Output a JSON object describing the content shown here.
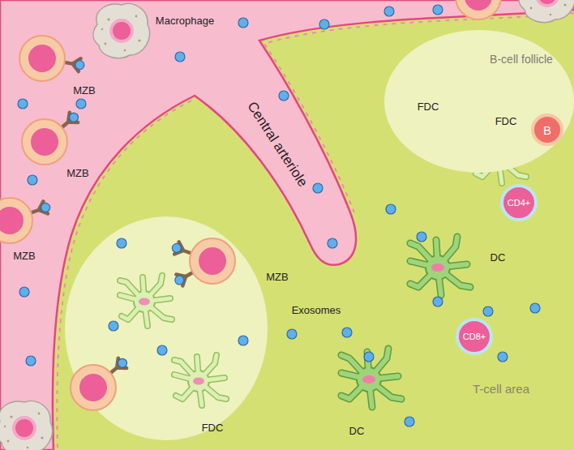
{
  "diagram": {
    "nodes": [
      {
        "text": [
          "B-cell follicle"
        ]
      },
      {
        "text": [
          "B"
        ],
        "in": 0
      },
      {
        "text": [
          "CD4+"
        ]
      },
      {
        "text": [
          "CD8+"
        ]
      }
    ],
    "labels": [
      "Macrophage",
      "MZB",
      "MZB",
      "MZB",
      "MZB",
      "Central arteriole",
      "FDC",
      "FDC",
      "FDC",
      "Exosomes",
      "DC",
      "DC",
      "T-cell area"
    ]
  }
}
